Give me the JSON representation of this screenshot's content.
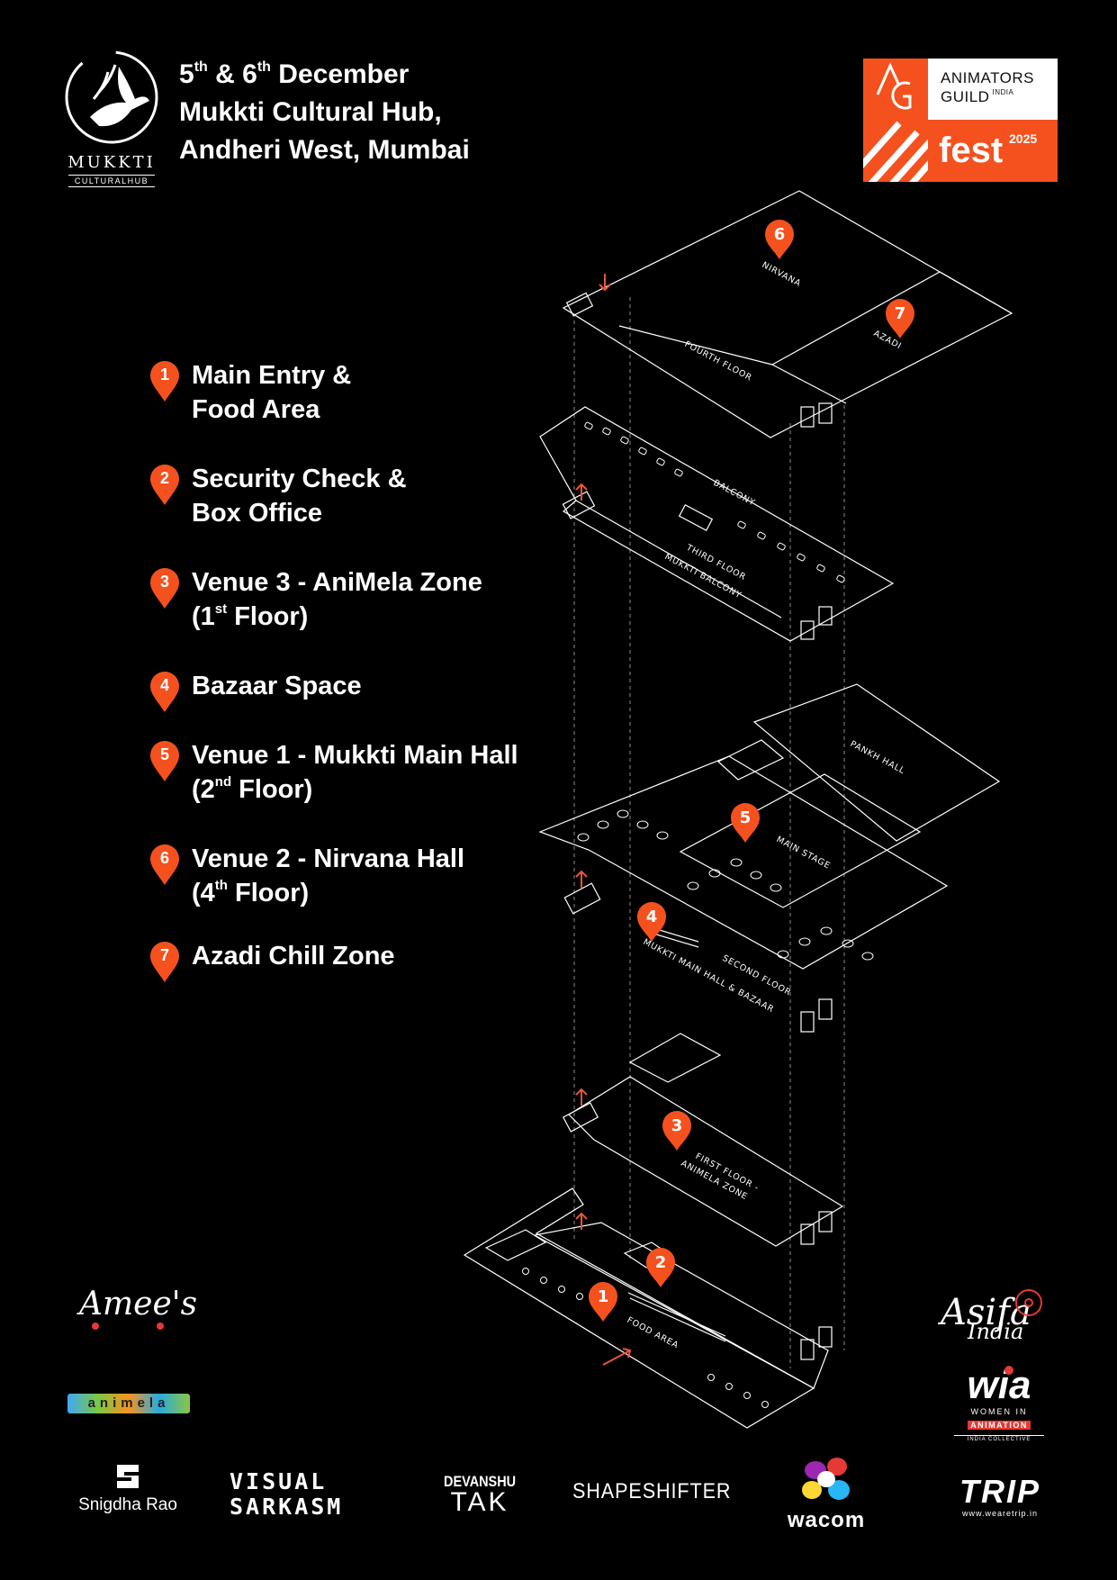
{
  "header": {
    "venue_logo": {
      "name": "MUKKTI",
      "subtitle": "CULTURALHUB"
    },
    "dates": {
      "day1": "5",
      "day1_suffix": "th",
      "connector": "& 6",
      "day2_suffix": "th",
      "month": "December"
    },
    "venue_line": "Mukkti Cultural Hub,",
    "location_line": "Andheri West, Mumbai",
    "festival_logo": {
      "letters": "AG",
      "line1": "ANIMATORS",
      "line2": "GUILD",
      "line2_sup": "INDIA",
      "fest": "fest",
      "year": "2025",
      "brand_color": "#f4511e"
    }
  },
  "legend": {
    "pin_color": "#f4511e",
    "items": [
      {
        "num": "1",
        "line1": "Main Entry &",
        "line2": "Food Area"
      },
      {
        "num": "2",
        "line1": "Security Check &",
        "line2": "Box Office"
      },
      {
        "num": "3",
        "line1": "Venue 3 - AniMela Zone",
        "line2_pre": "(1",
        "line2_sup": "st",
        "line2_post": " Floor)"
      },
      {
        "num": "4",
        "line1": "Bazaar Space"
      },
      {
        "num": "5",
        "line1": "Venue 1 - Mukkti Main Hall",
        "line2_pre": "(2",
        "line2_sup": "nd",
        "line2_post": " Floor)"
      },
      {
        "num": "6",
        "line1": "Venue 2 - Nirvana Hall",
        "line2_pre": "(4",
        "line2_sup": "th",
        "line2_post": " Floor)"
      },
      {
        "num": "7",
        "line1": "Azadi Chill Zone"
      }
    ]
  },
  "map": {
    "labels": {
      "nirvana": "NIRVANA",
      "azadi": "AZADI",
      "fourth_floor": "FOURTH FLOOR",
      "balcony": "BALCONY",
      "third_floor_1": "THIRD FLOOR",
      "third_floor_2": "MUKKTI BALCONY",
      "pankh_hall": "PANKH HALL",
      "main_stage": "MAIN STAGE",
      "second_floor_1": "SECOND FLOOR",
      "second_floor_2": "MUKKTI MAIN HALL & BAZAAR",
      "first_floor_1": "FIRST FLOOR -",
      "first_floor_2": "ANIMELA ZONE",
      "food_area": "FOOD AREA"
    },
    "pins": [
      {
        "num": "1",
        "zone": "food-area"
      },
      {
        "num": "2",
        "zone": "security-box-office"
      },
      {
        "num": "3",
        "zone": "first-floor"
      },
      {
        "num": "4",
        "zone": "bazaar"
      },
      {
        "num": "5",
        "zone": "main-stage"
      },
      {
        "num": "6",
        "zone": "nirvana"
      },
      {
        "num": "7",
        "zone": "azadi"
      }
    ],
    "line_color": "#ffffff",
    "accent_color": "#e8553a"
  },
  "sponsors": {
    "amees": "Amee's",
    "animela": "animela",
    "asifa_1": "Asifa",
    "asifa_2": "India",
    "wia_1": "wia",
    "wia_2": "WOMEN IN",
    "wia_3": "ANIMATION",
    "wia_4": "INDIA COLLECTIVE",
    "snigdha": "Snigdha Rao",
    "visual_1": "VISUAL",
    "visual_2": "SARKASM",
    "devanshu_1": "DEVANSHU",
    "devanshu_2": "TAK",
    "shapeshifter": "SHAPESHIFTER",
    "wacom": "wacom",
    "trip": "TRIP",
    "trip_url": "www.wearetrip.in"
  }
}
